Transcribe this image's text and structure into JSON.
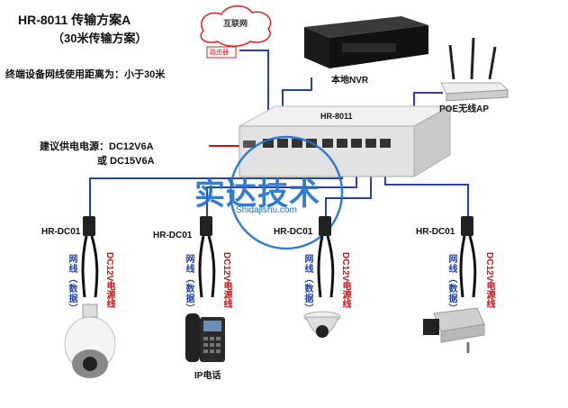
{
  "header": {
    "title": "HR-8011 传输方案A",
    "subtitle": "（30米传输方案）",
    "distance_note": "终端设备网线使用距离为：小于30米"
  },
  "cloud": {
    "internet": "互联网",
    "router": "路由器"
  },
  "nvr": {
    "label": "本地NVR"
  },
  "ap": {
    "label": "POE无线AP"
  },
  "switch": {
    "label": "HR-8011"
  },
  "power": {
    "line1": "建议供电电源：DC12V6A",
    "line2": "或  DC15V6A"
  },
  "watermark": {
    "text": "实达技术",
    "url": "Shidajishu.com"
  },
  "endpoints": [
    {
      "module": "HR-DC01",
      "cable": "网线（数据）",
      "power": "DC12V电源线"
    },
    {
      "module": "HR-DC01",
      "cable": "网线（数据）",
      "power": "DC12V电源线",
      "device": "IP电话"
    },
    {
      "module": "HR-DC01",
      "cable": "网线（数据）",
      "power": "DC12V电源线"
    },
    {
      "module": "HR-DC01",
      "cable": "网线（数据）",
      "power": "DC12V电源线"
    }
  ],
  "colors": {
    "cable": "#2a3fb0",
    "power_text": "#cc1111",
    "watermark": "#1e6fd0"
  }
}
